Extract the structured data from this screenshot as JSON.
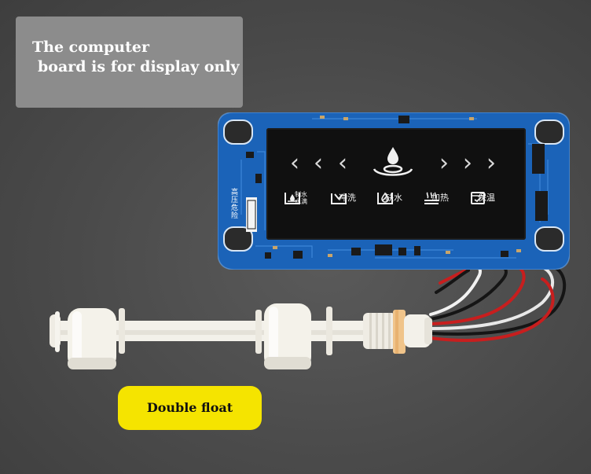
{
  "notice": {
    "line1": "The computer",
    "line2": "board is for display only"
  },
  "board": {
    "vertical_label": "高压危险",
    "keys": [
      {
        "icon": "water-tank-icon",
        "label": "制水\n水满"
      },
      {
        "icon": "flush-icon",
        "label": "冲洗"
      },
      {
        "icon": "water-shortage-icon",
        "label": "缺水"
      },
      {
        "icon": "heating-icon",
        "label": "加热"
      },
      {
        "icon": "keep-warm-icon",
        "label": "保温"
      }
    ],
    "center_icon": "water-drop-icon",
    "colors": {
      "pcb": "#1b63b8",
      "panel": "#101010",
      "legend": "#f0f0f0"
    }
  },
  "caption": {
    "text": "Double float",
    "color": "#f5e400"
  }
}
